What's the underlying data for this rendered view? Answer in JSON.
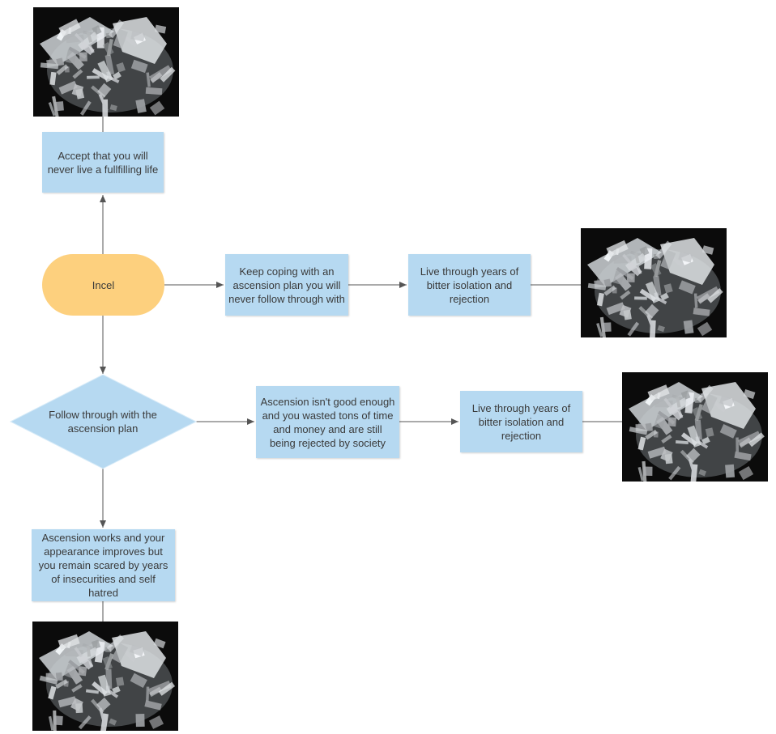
{
  "nodes": {
    "start": "Incel",
    "accept": "Accept that you will never live a fullfilling life",
    "keep_coping": "Keep coping with an ascension plan you will never follow through with",
    "isolation_1": "Live through years of bitter isolation and rejection",
    "decision": "Follow through with the ascension plan",
    "not_good_enough": "Ascension isn't good enough and you wasted tons of time and money and are still being rejected by society",
    "isolation_2": "Live through years of bitter isolation and rejection",
    "works": "Ascension works and your appearance improves but you remain scared by years of insecurities and self hatred"
  },
  "images": {
    "top": "crystal-photo",
    "right_1": "crystal-photo",
    "right_2": "crystal-photo",
    "bottom": "crystal-photo"
  },
  "colors": {
    "process": "#b6d9f1",
    "terminal": "#fdd07e",
    "decision": "#b6d9f1",
    "connector": "#555555",
    "photo_background": "#0b0b0b"
  }
}
